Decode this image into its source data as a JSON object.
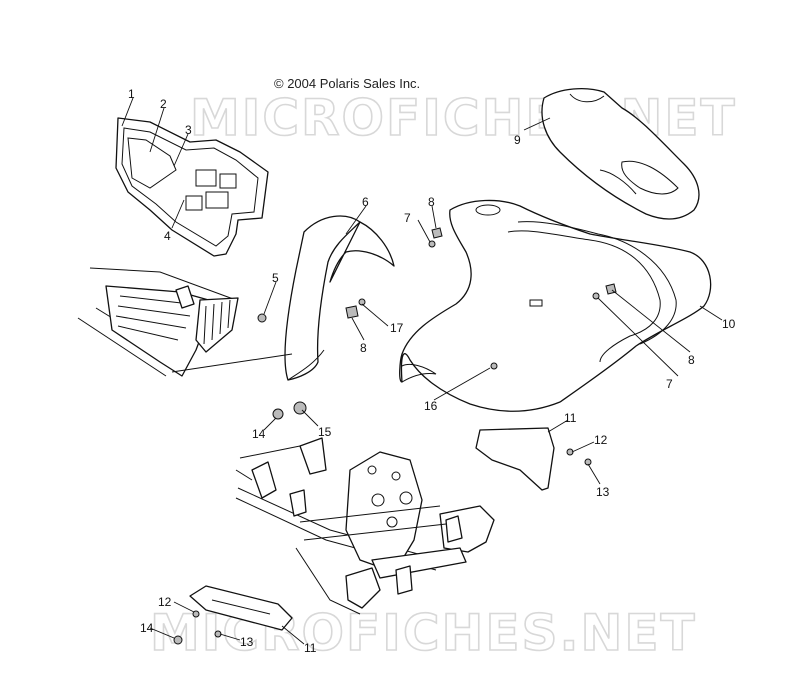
{
  "copyright": "© 2004 Polaris Sales Inc.",
  "watermark": "MICROFICHES.NET",
  "callouts": [
    "1",
    "2",
    "3",
    "4",
    "5",
    "6",
    "7",
    "8",
    "7",
    "8",
    "9",
    "10",
    "8",
    "7",
    "17",
    "8",
    "14",
    "15",
    "16",
    "11",
    "12",
    "13",
    "12",
    "14",
    "13",
    "11"
  ]
}
